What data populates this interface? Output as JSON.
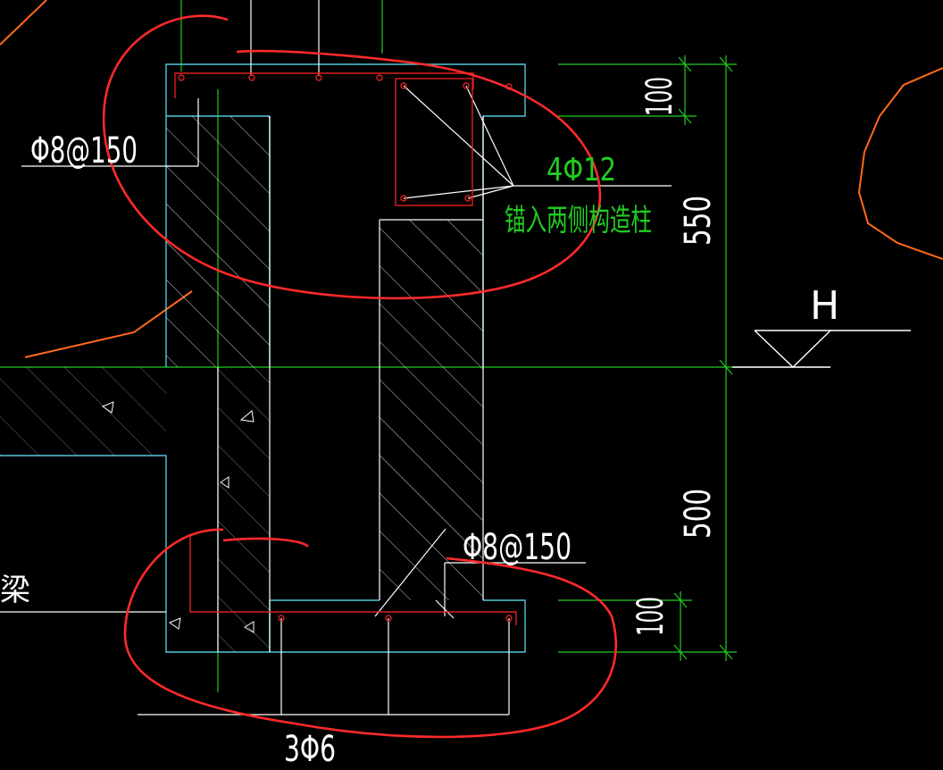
{
  "annotations": {
    "stirrup_top": "Φ8@150",
    "stirrup_bottom": "Φ8@150",
    "top_bars": "4Φ12",
    "anchor_note": "锚入两侧构造柱",
    "bottom_bars": "3Φ6",
    "beam_label": "梁",
    "level_mark": "H"
  },
  "dimensions": {
    "top_slab": "100",
    "upper_segment": "550",
    "lower_segment": "500",
    "bottom_slab": "100"
  },
  "colors": {
    "background": "#000000",
    "outline": "#4fc8d8",
    "rebar": "#e02020",
    "hatch": "#ffffff",
    "dimension": "#22cc22",
    "annotation_green": "#22cc22",
    "review_mark": "#ff2a2a",
    "orange": "#ff6a1a"
  }
}
